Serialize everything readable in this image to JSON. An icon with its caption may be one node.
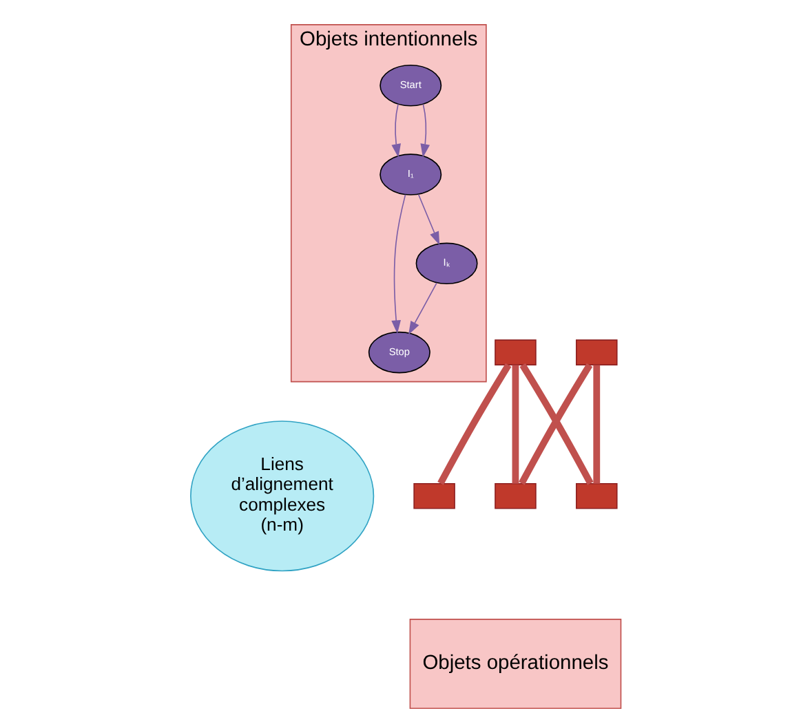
{
  "diagram": {
    "nodes": [
      {
        "text": [
          "Objets intentionnels"
        ]
      },
      {
        "text": [
          "Start"
        ],
        "in": 0
      },
      {
        "text": [
          "I₁"
        ],
        "in": 0
      },
      {
        "text": [
          "Stop"
        ],
        "in": 0
      },
      {
        "text": [
          "Iₖ"
        ],
        "in": 0
      },
      {
        "text": [],
        "shape": "box"
      },
      {
        "text": [],
        "shape": "box"
      },
      {
        "text": [
          "Objets opérationnels"
        ]
      },
      {
        "text": [],
        "shape": "box"
      },
      {
        "text": [],
        "shape": "box"
      },
      {
        "text": [],
        "shape": "box"
      },
      {
        "text": [
          "Liens d’alignement complexes (n-m)"
        ]
      }
    ],
    "edges": [
      {
        "from": 1,
        "to": 2,
        "arrow": "to"
      },
      {
        "from": 1,
        "to": 2,
        "arrow": "to"
      },
      {
        "from": 2,
        "to": 3,
        "arrow": "to"
      },
      {
        "from": 2,
        "to": 4,
        "arrow": "to"
      },
      {
        "from": 4,
        "to": 3,
        "arrow": "to"
      },
      {
        "from": 5,
        "to": 8,
        "arrow": "none",
        "style": "thick",
        "color": "#c0504d"
      },
      {
        "from": 5,
        "to": 9,
        "arrow": "none",
        "style": "thick",
        "color": "#c0504d"
      },
      {
        "from": 5,
        "to": 10,
        "arrow": "none",
        "style": "thick",
        "color": "#c0504d"
      },
      {
        "from": 6,
        "to": 8,
        "arrow": "none",
        "style": "thick",
        "color": "#c0504d"
      },
      {
        "from": 6,
        "to": 9,
        "arrow": "none",
        "style": "thick",
        "color": "#c0504d"
      }
    ]
  }
}
